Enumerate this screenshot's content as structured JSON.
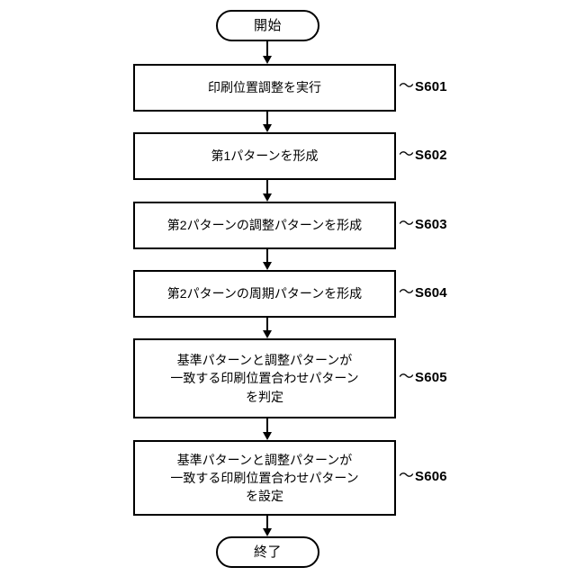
{
  "figure": {
    "type": "flowchart",
    "orientation": "vertical",
    "background_color": "#ffffff",
    "line_color": "#000000"
  },
  "nodes": {
    "start": {
      "shape": "terminator",
      "label": "開始"
    },
    "end": {
      "shape": "terminator",
      "label": "終了"
    },
    "steps": [
      {
        "id": "S601",
        "tilde": "〜",
        "label": "印刷位置調整を実行"
      },
      {
        "id": "S602",
        "tilde": "〜",
        "label": "第1パターンを形成"
      },
      {
        "id": "S603",
        "tilde": "〜",
        "label": "第2パターンの調整パターンを形成"
      },
      {
        "id": "S604",
        "tilde": "〜",
        "label": "第2パターンの周期パターンを形成"
      },
      {
        "id": "S605",
        "tilde": "〜",
        "label": "基準パターンと調整パターンが\n一致する印刷位置合わせパターン\nを判定"
      },
      {
        "id": "S606",
        "tilde": "〜",
        "label": "基準パターンと調整パターンが\n一致する印刷位置合わせパターン\nを設定"
      }
    ]
  }
}
